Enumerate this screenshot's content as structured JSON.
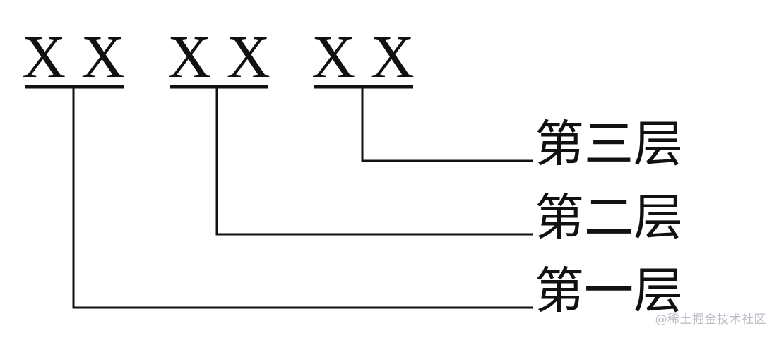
{
  "code_groups": [
    {
      "text": "X X"
    },
    {
      "text": "X X"
    },
    {
      "text": "X X"
    }
  ],
  "layers": [
    {
      "label": "第三层"
    },
    {
      "label": "第二层"
    },
    {
      "label": "第一层"
    }
  ],
  "watermark": "@稀土掘金技术社区"
}
